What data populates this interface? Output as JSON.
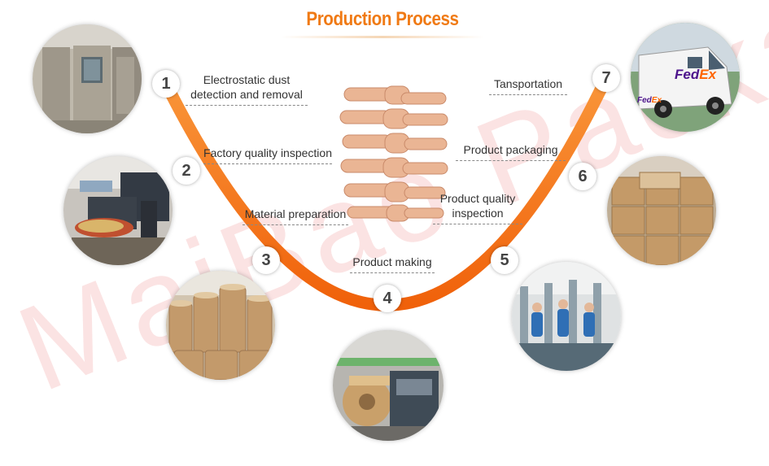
{
  "title": "Production Process",
  "watermark": "MaiBao Packa",
  "steps": [
    {
      "number": "1",
      "label_line1": "Electrostatic dust",
      "label_line2": "detection and removal",
      "photo": "clean-room-door"
    },
    {
      "number": "2",
      "label_line1": "Factory quality inspection",
      "label_line2": "",
      "photo": "printing-machine"
    },
    {
      "number": "3",
      "label_line1": "Material preparation",
      "label_line2": "",
      "photo": "paper-rolls-warehouse"
    },
    {
      "number": "4",
      "label_line1": "Product making",
      "label_line2": "",
      "photo": "bag-making-machine"
    },
    {
      "number": "5",
      "label_line1": "Product quality",
      "label_line2": "inspection",
      "photo": "workers-inspecting"
    },
    {
      "number": "6",
      "label_line1": "Product packaging",
      "label_line2": "",
      "photo": "packed-cartons"
    },
    {
      "number": "7",
      "label_line1": "Tansportation",
      "label_line2": "",
      "photo": "fedex-van"
    }
  ],
  "van_text": {
    "fed": "Fed",
    "ex": "Ex"
  },
  "colors": {
    "accent": "#f07a14",
    "arc": "#f26a10",
    "text": "#333333"
  }
}
